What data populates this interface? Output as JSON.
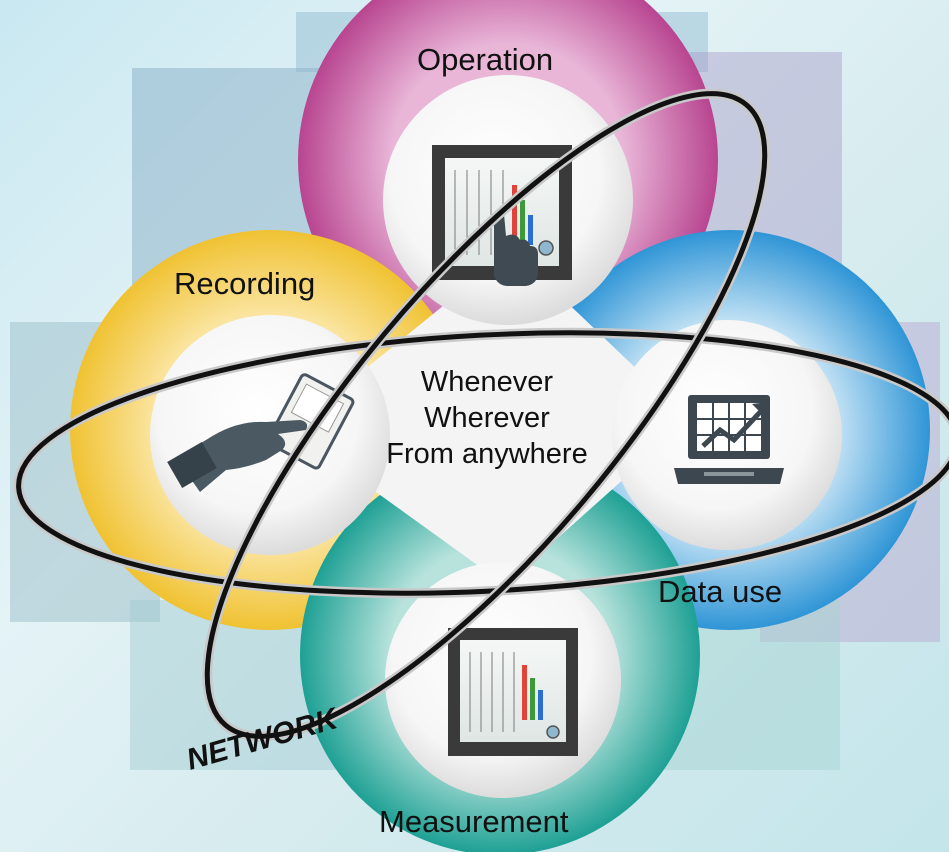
{
  "labels": {
    "operation": "Operation",
    "recording": "Recording",
    "data_use": "Data use",
    "measurement": "Measurement",
    "network": "NETWORK"
  },
  "center": {
    "line1": "Whenever",
    "line2": "Wherever",
    "line3": "From anywhere"
  },
  "colors": {
    "operation": "#c0509a",
    "recording": "#f2c83a",
    "data_use": "#3a9fd8",
    "measurement": "#2aa89c",
    "ring": "#111111",
    "background": "#d4ecf1"
  },
  "icons": {
    "operation": "recorder-touch-icon",
    "recording": "sd-card-hand-icon",
    "data_use": "laptop-chart-icon",
    "measurement": "recorder-icon"
  }
}
